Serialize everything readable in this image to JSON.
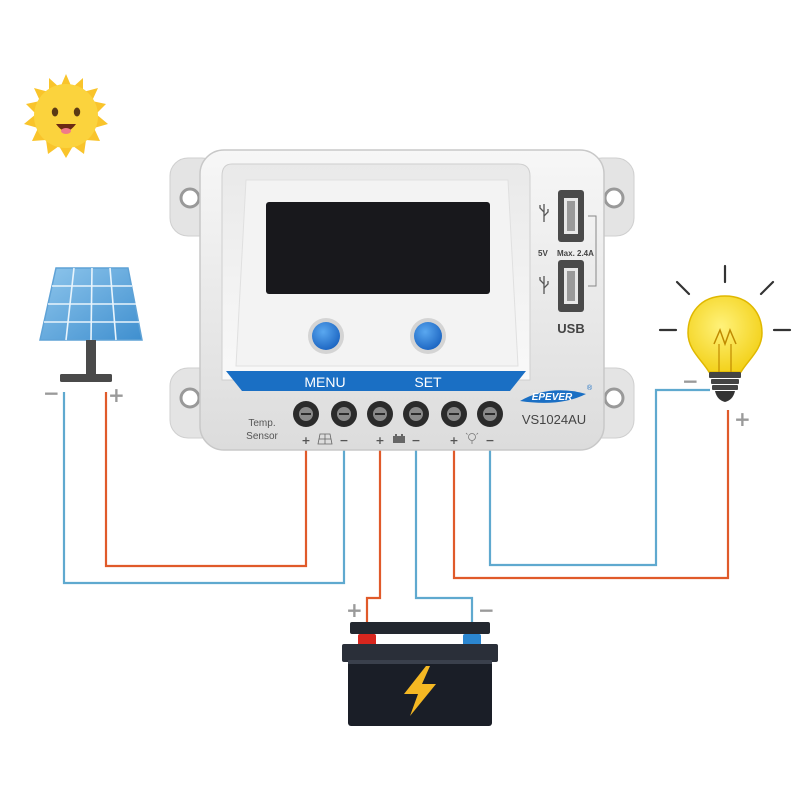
{
  "controller": {
    "brand": "EPEVER",
    "brand_mark": "®",
    "model": "VS1024AU",
    "menu_label": "MENU",
    "set_label": "SET",
    "temp_label": "Temp.",
    "sensor_label": "Sensor",
    "usb_label": "USB",
    "usb_voltage": "5V",
    "usb_current": "Max. 2.4A",
    "terminal_signs": [
      "+",
      "−",
      "+",
      "−",
      "+",
      "−"
    ],
    "terminal_groups": [
      "solar-panel-icon",
      "battery-icon",
      "load-bulb-icon"
    ]
  },
  "solar": {
    "negative": "−",
    "positive": "+"
  },
  "battery": {
    "positive": "+",
    "negative": "−"
  },
  "load": {
    "negative": "−",
    "positive": "+"
  },
  "colors": {
    "positive_wire": "#e05a2a",
    "negative_wire": "#5fa9cf",
    "accent_blue": "#1a6fc4",
    "screen": "#18181c",
    "housing": "#eeeeee",
    "bulb": "#f7dc2a",
    "sun": "#f9c42b",
    "battery_body": "#1a1e27",
    "bolt": "#f5b823"
  }
}
